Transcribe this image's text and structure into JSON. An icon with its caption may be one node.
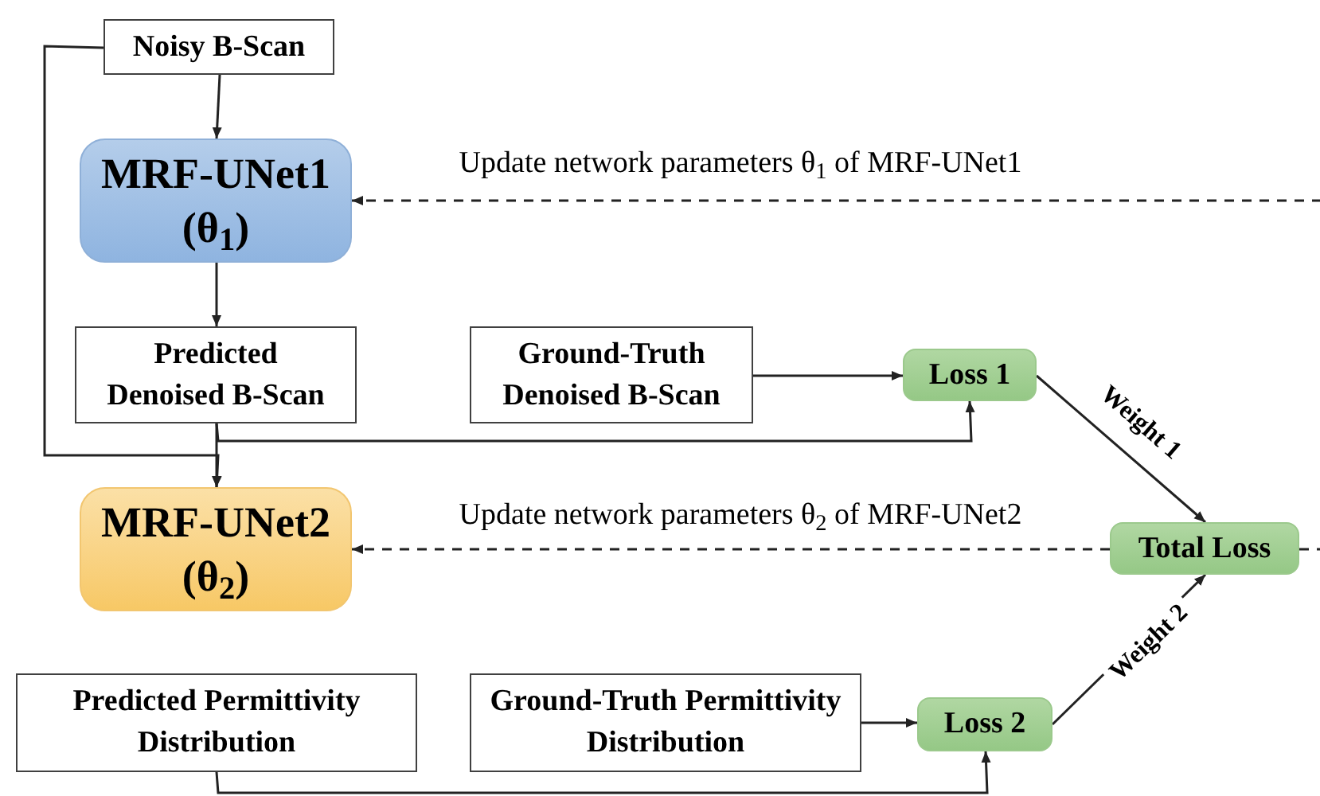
{
  "diagram": {
    "nodes": [
      {
        "text": [
          "Noisy B-Scan"
        ]
      },
      {
        "text": [
          "MRF-UNet1",
          "(θ$_{1}$)"
        ]
      },
      {
        "text": [
          "Predicted Denoised B-Scan"
        ]
      },
      {
        "text": [
          "Ground-Truth Denoised B-Scan"
        ]
      },
      {
        "text": [
          "Loss 1"
        ]
      },
      {
        "text": [
          "MRF-UNet2",
          "(θ$_{2}$)"
        ]
      },
      {
        "text": [
          "Predicted Permittivity Distribution"
        ]
      },
      {
        "text": [
          "Ground-Truth Permittivity Distribution"
        ]
      },
      {
        "text": [
          "Loss 2"
        ]
      },
      {
        "text": [
          "Total Loss"
        ]
      }
    ],
    "edges": [
      {
        "from": 0,
        "to": 1,
        "arrow": "to"
      },
      {
        "from": 1,
        "to": 2,
        "arrow": "to"
      },
      {
        "from": 0,
        "to": 5,
        "arrow": "to"
      },
      {
        "from": 2,
        "to": 5,
        "arrow": "to"
      },
      {
        "from": 2,
        "to": 4,
        "arrow": "to"
      },
      {
        "from": 3,
        "to": 4,
        "arrow": "to"
      },
      {
        "from": 4,
        "to": 9,
        "arrow": "to",
        "label": "Weight 1"
      },
      {
        "from": 6,
        "to": 8,
        "arrow": "to"
      },
      {
        "from": 7,
        "to": 8,
        "arrow": "to"
      },
      {
        "from": 8,
        "to": 9,
        "arrow": "to",
        "label": "Weight 2"
      },
      {
        "from": 9,
        "to": 1,
        "arrow": "to",
        "style": "dashed",
        "label": "Update network parameters θ$_{1}$ of MRF-UNet1"
      },
      {
        "from": 9,
        "to": 5,
        "arrow": "to",
        "style": "dashed",
        "label": "Update network parameters θ$_{2}$ of MRF-UNet2"
      }
    ]
  }
}
